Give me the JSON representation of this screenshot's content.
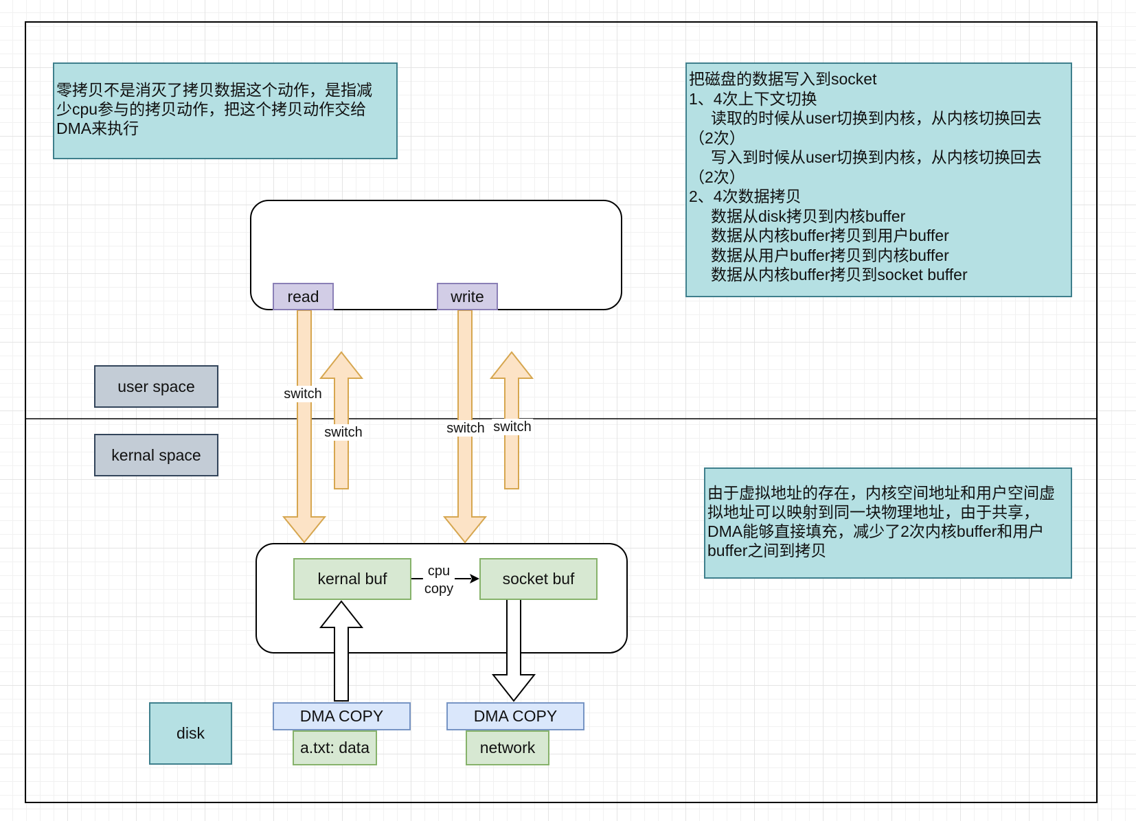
{
  "notes": {
    "zero_copy": [
      "零拷贝不是消灭了拷贝数据这个动作，是指减",
      "少cpu参与的拷贝动作，把这个拷贝动作交给",
      "DMA来执行"
    ],
    "disk_to_socket": [
      "把磁盘的数据写入到socket",
      "1、4次上下文切换",
      "     读取的时候从user切换到内核，从内核切换回去",
      "（2次）",
      "     写入到时候从user切换到内核，从内核切换回去",
      "（2次）",
      "2、4次数据拷贝",
      "     数据从disk拷贝到内核buffer",
      "     数据从内核buffer拷贝到用户buffer",
      "     数据从用户buffer拷贝到内核buffer",
      "     数据从内核buffer拷贝到socket buffer"
    ],
    "virtual_address": [
      "由于虚拟地址的存在，内核空间地址和用户空间虚",
      "拟地址可以映射到同一块物理地址，由于共享，",
      "DMA能够直接填充，减少了2次内核buffer和用户",
      "buffer之间到拷贝"
    ]
  },
  "labels": {
    "user_space": "user space",
    "kernal_space": "kernal space",
    "disk": "disk",
    "read": "read",
    "write": "write",
    "kernal_buf": "kernal buf",
    "socket_buf": "socket buf",
    "dma_copy_left": "DMA COPY",
    "dma_copy_right": "DMA COPY",
    "file": "a.txt: data",
    "network": "network"
  },
  "edge_labels": {
    "switch_1": "switch",
    "switch_2": "switch",
    "switch_3": "switch",
    "switch_4": "switch",
    "cpu": "cpu",
    "copy": "copy"
  },
  "colors": {
    "arrow_fill": "#fce3c6",
    "arrow_stroke": "#d6a64f",
    "teal_fill": "#b5e0e3",
    "gray_fill": "#c3ccd6",
    "lilac_fill": "#d2cde6",
    "green_fill": "#d7e8d2",
    "blue_fill": "#dae7fb"
  }
}
